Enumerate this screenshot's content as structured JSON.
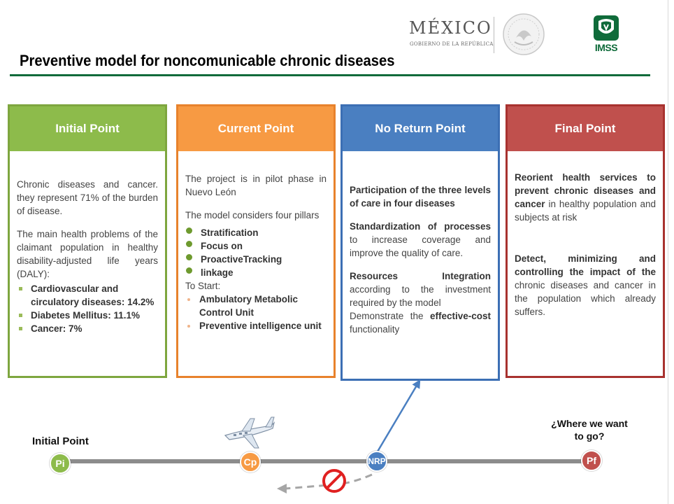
{
  "header": {
    "mexico": "MÉXICO",
    "gobierno": "GOBIERNO DE LA REPÚBLICA",
    "imss": "IMSS",
    "title": "Preventive model for noncomunicable chronic diseases"
  },
  "cards": {
    "initial": {
      "title": "Initial Point",
      "p1": "Chronic diseases and cancer. they represent 71% of the burden of disease.",
      "p2": "The main health problems of the claimant population in healthy disability-adjusted life years (DALY):",
      "items": [
        "Cardiovascular and circulatory diseases: 14.2%",
        "Diabetes Mellitus: 11.1%",
        "Cancer: 7%"
      ]
    },
    "current": {
      "title": "Current Point",
      "p1": "The project is in pilot phase in Nuevo León",
      "p2": "The model considers four pillars",
      "pillars": [
        "Stratification",
        "Focus on",
        "ProactiveTracking",
        "linkage"
      ],
      "to_start": "To Start:",
      "start_items": [
        "Ambulatory Metabolic Control Unit",
        "Preventive intelligence unit"
      ]
    },
    "noreturn": {
      "title": "No Return Point",
      "b1": "Participation of the three levels of care in four diseases",
      "b2": "Standardization of processes",
      "t2": " to increase coverage and improve the quality of care.",
      "b3": "Resources Integration",
      "t3": " according to the investment required by the model",
      "t4a": "Demonstrate the ",
      "b4": "effective-cost",
      "t4b": " functionality"
    },
    "final": {
      "title": "Final Point",
      "b1": "Reorient health services to prevent chronic diseases and cancer",
      "t1": " in healthy population and subjects at risk",
      "b2": "Detect, minimizing and controlling the impact of the",
      "t2": " chronic diseases and cancer in the population which already suffers."
    }
  },
  "timeline": {
    "initial_label": "Initial Point",
    "where_label": "¿Where we want to go?",
    "nodes": {
      "pi": "Pi",
      "cp": "Cp",
      "nrp": "NRP",
      "pf": "Pf"
    }
  },
  "colors": {
    "green": "#8dbb4b",
    "orange": "#f79a43",
    "blue": "#4a7fc1",
    "red": "#c0504d",
    "rule": "#0f6b3a"
  },
  "icons": [
    "national-seal-icon",
    "imss-logo-icon",
    "airplane-icon",
    "prohibited-icon"
  ]
}
